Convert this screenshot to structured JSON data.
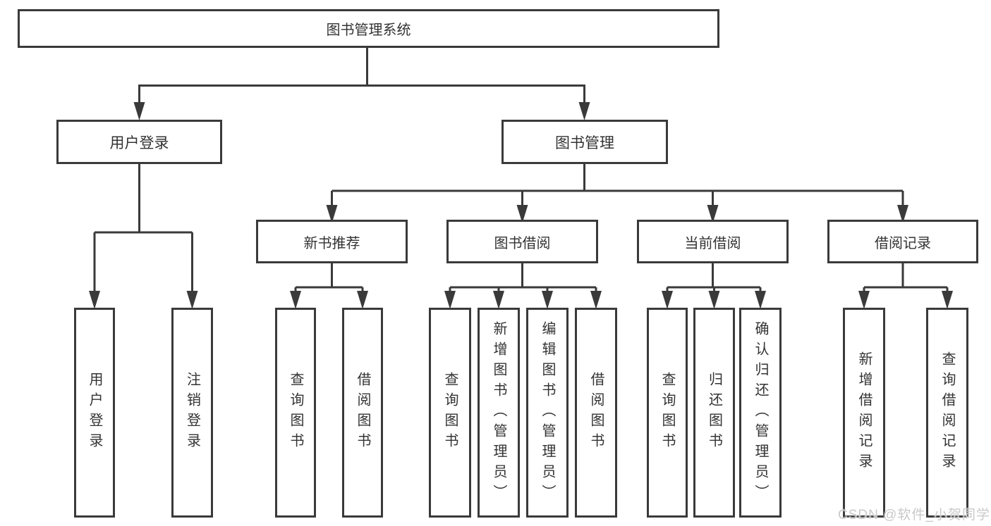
{
  "tree": {
    "root": {
      "label": "图书管理系统"
    },
    "branches": [
      {
        "label": "用户登录",
        "children": [
          {
            "label": "用户登录"
          },
          {
            "label": "注销登录"
          }
        ]
      },
      {
        "label": "图书管理",
        "groups": [
          {
            "label": "新书推荐",
            "children": [
              {
                "label": "查询图书"
              },
              {
                "label": "借阅图书"
              }
            ]
          },
          {
            "label": "图书借阅",
            "children": [
              {
                "label": "查询图书"
              },
              {
                "label": "新增图书（管理员）"
              },
              {
                "label": "编辑图书（管理员）"
              },
              {
                "label": "借阅图书"
              }
            ]
          },
          {
            "label": "当前借阅",
            "children": [
              {
                "label": "查询图书"
              },
              {
                "label": "归还图书"
              },
              {
                "label": "确认归还（管理员）"
              }
            ]
          },
          {
            "label": "借阅记录",
            "children": [
              {
                "label": "新增借阅记录"
              },
              {
                "label": "查询借阅记录"
              }
            ]
          }
        ]
      }
    ]
  },
  "watermark": {
    "text": "CSDN @软件_小贺同学"
  },
  "colors": {
    "line": "#3a3a3a",
    "text": "#333333",
    "box_background": "#ffffff",
    "watermark": "#c9c9c9"
  }
}
